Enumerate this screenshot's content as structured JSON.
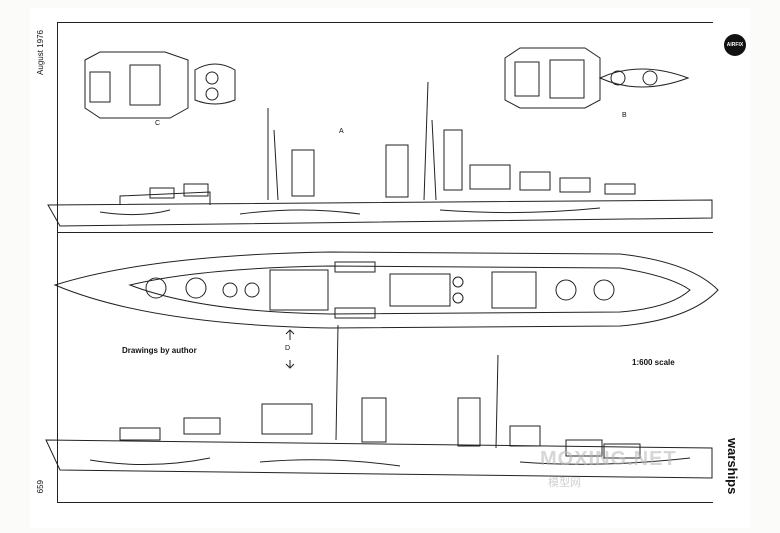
{
  "header": {
    "date": "August 1976",
    "page_number": "659",
    "section": "warships",
    "logo_text": "AIRFIX"
  },
  "drawings": {
    "label_a": "A",
    "label_b": "B",
    "label_c": "C",
    "label_d": "D",
    "credit": "Drawings by author",
    "scale": "1:600 scale"
  },
  "watermark": {
    "main": "MOXING.NET",
    "sub": "模型网"
  }
}
